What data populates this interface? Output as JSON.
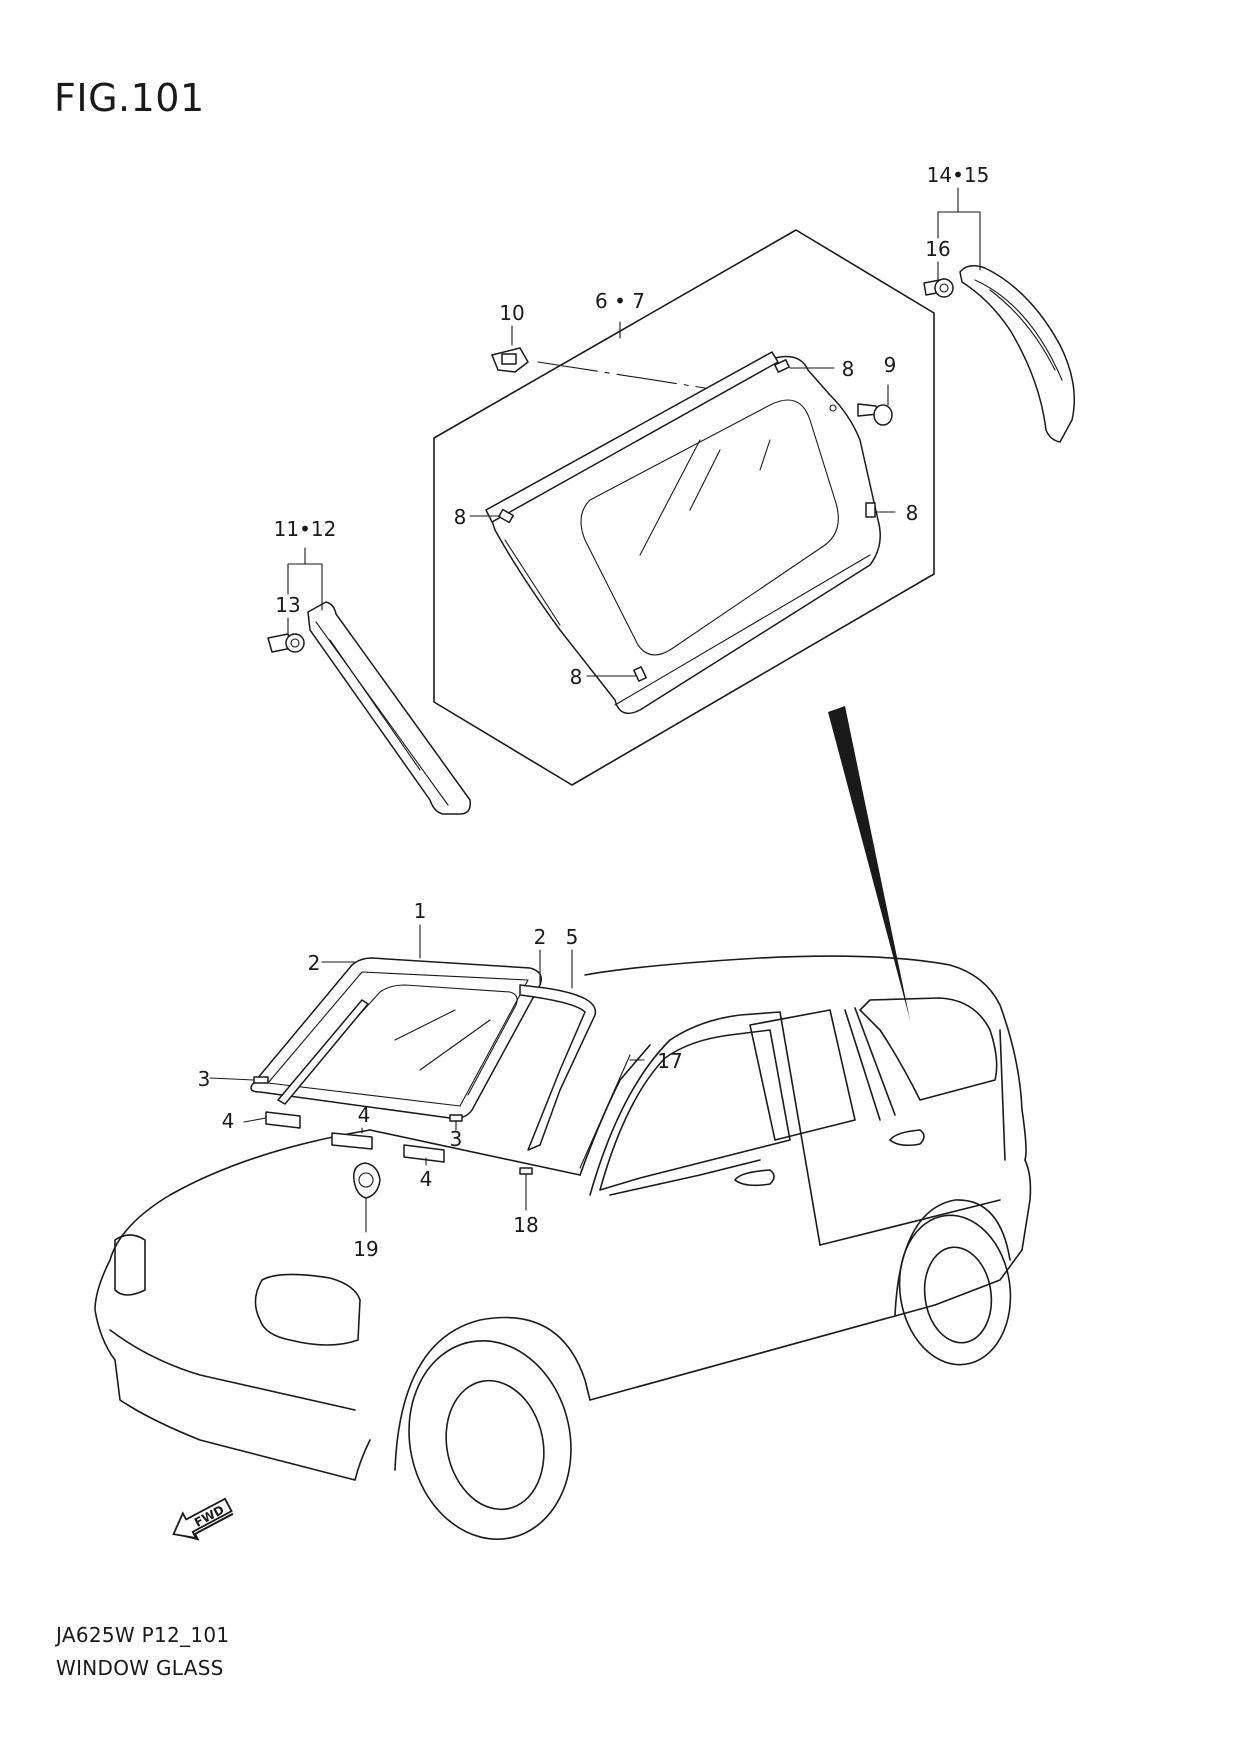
{
  "figure": {
    "title": "FIG.101"
  },
  "footer": {
    "code": "JA625W P12_101",
    "name": "WINDOW GLASS"
  },
  "fwd_label": "FWD",
  "callouts": {
    "c1": "1",
    "c2a": "2",
    "c2b": "2",
    "c3a": "3",
    "c3b": "3",
    "c4a": "4",
    "c4b": "4",
    "c4c": "4",
    "c5": "5",
    "c67": "6 • 7",
    "c8a": "8",
    "c8b": "8",
    "c8c": "8",
    "c8d": "8",
    "c9": "9",
    "c10": "10",
    "c1112": "11•12",
    "c13": "13",
    "c1415": "14•15",
    "c16": "16",
    "c17": "17",
    "c18": "18",
    "c19": "19"
  },
  "icons": [
    "fwd-arrow-icon",
    "clip-icon",
    "grommet-icon"
  ]
}
